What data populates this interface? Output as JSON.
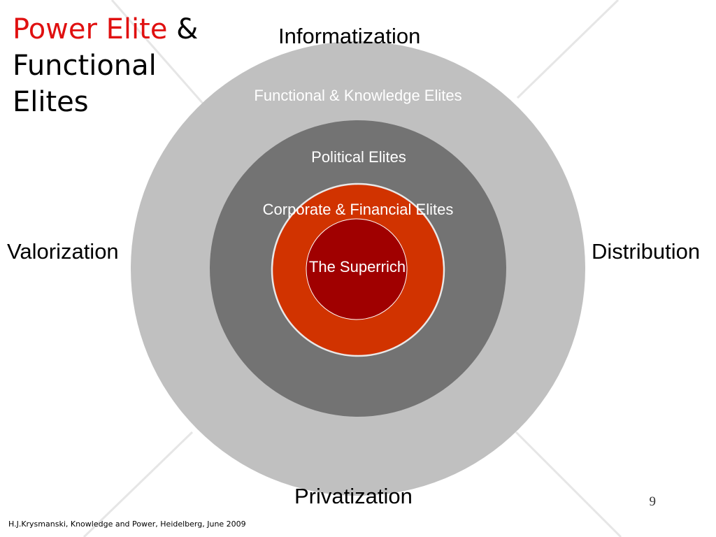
{
  "title": {
    "highlight": "Power Elite",
    "rest_line1": " &",
    "line2": "Functional",
    "line3": "Elites"
  },
  "labels": {
    "top": "Informatization",
    "left": "Valorization",
    "right": "Distribution",
    "bottom": "Privatization"
  },
  "rings": [
    {
      "label": "Functional & Knowledge Elites",
      "color": "#c0c0c0"
    },
    {
      "label": "Political Elites",
      "color": "#737373"
    },
    {
      "label": "Corporate & Financial Elites",
      "color": "#d13300"
    },
    {
      "label": "The Superrich",
      "color": "#a00000"
    }
  ],
  "colors": {
    "title_highlight": "#e01010",
    "ring_text": "#ffffff",
    "background_lines": "#e6e6e6"
  },
  "slide_number": "9",
  "footer": "H.J.Krysmanski, Knowledge and Power, Heidelberg, June 2009"
}
